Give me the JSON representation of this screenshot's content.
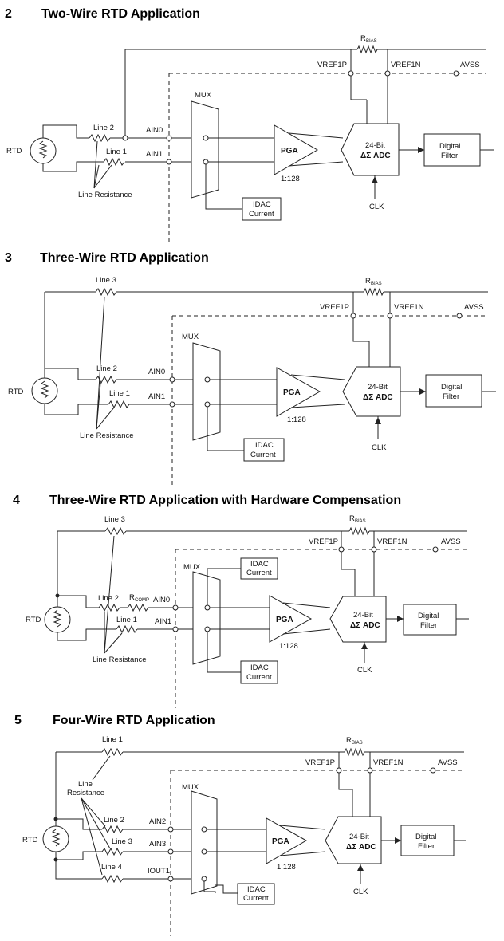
{
  "panels": [
    {
      "number": "2",
      "title": "Two-Wire RTD Application",
      "labels": {
        "rtd": "RTD",
        "line1": "Line 1",
        "line2": "Line 2",
        "line_resistance": "Line Resistance",
        "ain_top": "AIN0",
        "ain_bottom": "AIN1",
        "mux": "MUX",
        "pga": "PGA",
        "gain": "1:128",
        "idac": [
          "IDAC",
          "Current"
        ],
        "adc": [
          "24-Bit",
          "ΔΣ ADC"
        ],
        "filter": [
          "Digital",
          "Filter"
        ],
        "clk": "CLK",
        "rbias": "R",
        "rbias_sub": "BIAS",
        "vref1p": "VREF1P",
        "vref1n": "VREF1N",
        "avss": "AVSS"
      }
    },
    {
      "number": "3",
      "title": "Three-Wire RTD Application",
      "labels": {
        "rtd": "RTD",
        "line1": "Line 1",
        "line2": "Line 2",
        "line3": "Line 3",
        "line_resistance": "Line Resistance",
        "ain_top": "AIN0",
        "ain_bottom": "AIN1",
        "mux": "MUX",
        "pga": "PGA",
        "gain": "1:128",
        "idac": [
          "IDAC",
          "Current"
        ],
        "adc": [
          "24-Bit",
          "ΔΣ ADC"
        ],
        "filter": [
          "Digital",
          "Filter"
        ],
        "clk": "CLK",
        "rbias": "R",
        "rbias_sub": "BIAS",
        "vref1p": "VREF1P",
        "vref1n": "VREF1N",
        "avss": "AVSS"
      }
    },
    {
      "number": "4",
      "title": "Three-Wire RTD Application with Hardware Compensation",
      "labels": {
        "rtd": "RTD",
        "line1": "Line 1",
        "line2": "Line 2",
        "line3": "Line 3",
        "line_resistance": "Line Resistance",
        "rcomp": "R",
        "rcomp_sub": "COMP",
        "ain_top": "AIN0",
        "ain_bottom": "AIN1",
        "mux": "MUX",
        "pga": "PGA",
        "gain": "1:128",
        "idac_top": [
          "IDAC",
          "Current"
        ],
        "idac": [
          "IDAC",
          "Current"
        ],
        "adc": [
          "24-Bit",
          "ΔΣ ADC"
        ],
        "filter": [
          "Digital",
          "Filter"
        ],
        "clk": "CLK",
        "rbias": "R",
        "rbias_sub": "BIAS",
        "vref1p": "VREF1P",
        "vref1n": "VREF1N",
        "avss": "AVSS"
      }
    },
    {
      "number": "5",
      "title": "Four-Wire RTD Application",
      "labels": {
        "rtd": "RTD",
        "line1": "Line 1",
        "line2": "Line 2",
        "line3": "Line 3",
        "line4": "Line 4",
        "line_resistance": [
          "Line",
          "Resistance"
        ],
        "ain2": "AIN2",
        "ain3": "AIN3",
        "iout1": "IOUT1",
        "mux": "MUX",
        "pga": "PGA",
        "gain": "1:128",
        "idac": [
          "IDAC",
          "Current"
        ],
        "adc": [
          "24-Bit",
          "ΔΣ ADC"
        ],
        "filter": [
          "Digital",
          "Filter"
        ],
        "clk": "CLK",
        "rbias": "R",
        "rbias_sub": "BIAS",
        "vref1p": "VREF1P",
        "vref1n": "VREF1N",
        "avss": "AVSS"
      }
    }
  ]
}
